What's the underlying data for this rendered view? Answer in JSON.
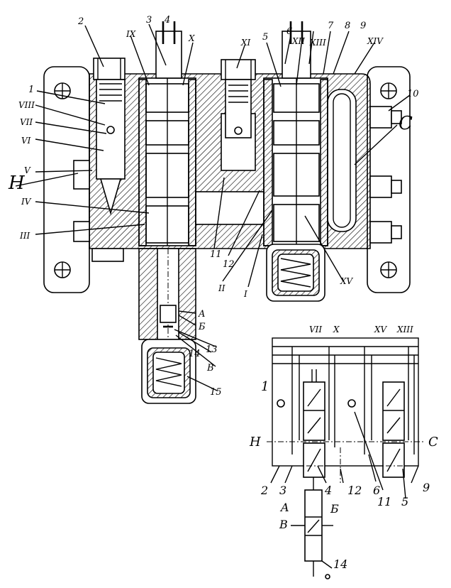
{
  "drawing_labels": {
    "n1": "1",
    "n2": "2",
    "n3": "3",
    "n4": "4",
    "n5": "5",
    "n6": "6",
    "n7": "7",
    "n8": "8",
    "n9": "9",
    "n10": "10",
    "n11": "11",
    "n12": "12",
    "n13": "13",
    "n14": "14",
    "n15": "15",
    "r1": "I",
    "r2": "II",
    "r3": "III",
    "r4": "IV",
    "r5": "V",
    "r6": "VI",
    "r7": "VII",
    "r8": "VIII",
    "r9": "IX",
    "r10": "X",
    "r11": "XI",
    "r12": "XII",
    "r13": "XIII",
    "r14": "XIV",
    "r15": "XV",
    "H": "H",
    "C": "C",
    "A": "A",
    "B_cyr": "Б",
    "V_cyr": "В"
  },
  "schematic_labels": {
    "top_VII": "VII",
    "top_X": "X",
    "top_XV": "XV",
    "top_XIII": "XIII",
    "n1": "1",
    "H": "H",
    "C": "C",
    "n2": "2",
    "n3": "3",
    "n4": "4",
    "n12": "12",
    "n6": "6",
    "n11": "11",
    "n5": "5",
    "n9": "9",
    "A": "A",
    "B_cyr": "Б",
    "V_cyr": "В",
    "n14": "14"
  }
}
